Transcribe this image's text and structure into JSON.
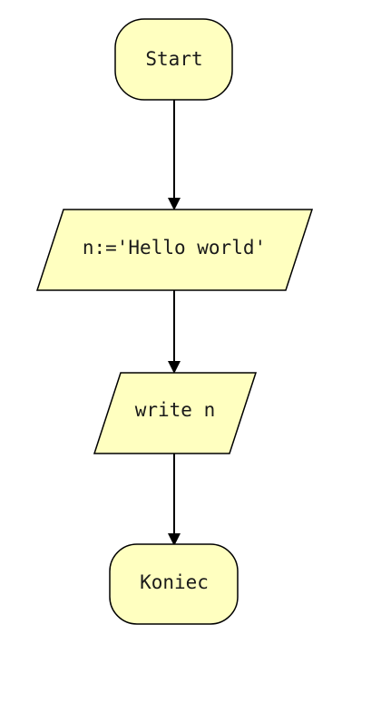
{
  "diagram": {
    "type": "flowchart",
    "colors": {
      "node_fill": "#ffffc0",
      "stroke": "#000000",
      "text": "#1a1a1a",
      "background": "#ffffff"
    },
    "nodes": [
      {
        "id": "start",
        "shape": "terminator",
        "label": "Start"
      },
      {
        "id": "assign",
        "shape": "parallelogram",
        "label": "n:='Hello world'"
      },
      {
        "id": "write",
        "shape": "parallelogram",
        "label": "write n"
      },
      {
        "id": "end",
        "shape": "terminator",
        "label": "Koniec"
      }
    ],
    "edges": [
      {
        "from": "start",
        "to": "assign"
      },
      {
        "from": "assign",
        "to": "write"
      },
      {
        "from": "write",
        "to": "end"
      }
    ]
  }
}
